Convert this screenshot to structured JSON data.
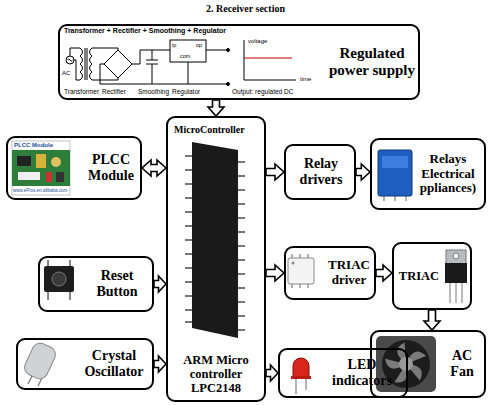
{
  "diagram": {
    "title": "2. Receiver section",
    "nodes": [
      {
        "text": [
          "Regulated power supply"
        ]
      },
      {
        "text": [
          "MicroController",
          "ARM Micro controller LPC2148"
        ]
      },
      {
        "text": [
          "PLCC Module"
        ]
      },
      {
        "text": [
          "Reset Button"
        ]
      },
      {
        "text": [
          "Crystal Oscillator"
        ]
      },
      {
        "text": [
          "Relay drivers"
        ]
      },
      {
        "text": [
          "Relays Electrical ppliances)"
        ]
      },
      {
        "text": [
          "TRIAC driver"
        ]
      },
      {
        "text": [
          "TRIAC"
        ]
      },
      {
        "text": [
          "AC Fan"
        ]
      },
      {
        "text": [
          "LED indicators"
        ]
      }
    ],
    "edges": [
      {
        "from": 0,
        "to": 1,
        "arrow": "to"
      },
      {
        "from": 2,
        "to": 1,
        "arrow": "both"
      },
      {
        "from": 3,
        "to": 1,
        "arrow": "to"
      },
      {
        "from": 4,
        "to": 1,
        "arrow": "to"
      },
      {
        "from": 1,
        "to": 5,
        "arrow": "to"
      },
      {
        "from": 5,
        "to": 6,
        "arrow": "to"
      },
      {
        "from": 1,
        "to": 7,
        "arrow": "to"
      },
      {
        "from": 7,
        "to": 8,
        "arrow": "to"
      },
      {
        "from": 8,
        "to": 9,
        "arrow": "to"
      },
      {
        "from": 1,
        "to": 10,
        "arrow": "to"
      }
    ],
    "labels": [
      "Transformer + Rectifier + Smoothing + Regulator",
      "AC",
      "ip",
      "op",
      "com",
      "voltage",
      "time",
      "Transformer",
      "Rectifier",
      "Smoothing",
      "Regulator",
      "Output: regulated DC",
      "PLCC Module",
      "www.ePros.en.alibaba.com"
    ]
  }
}
